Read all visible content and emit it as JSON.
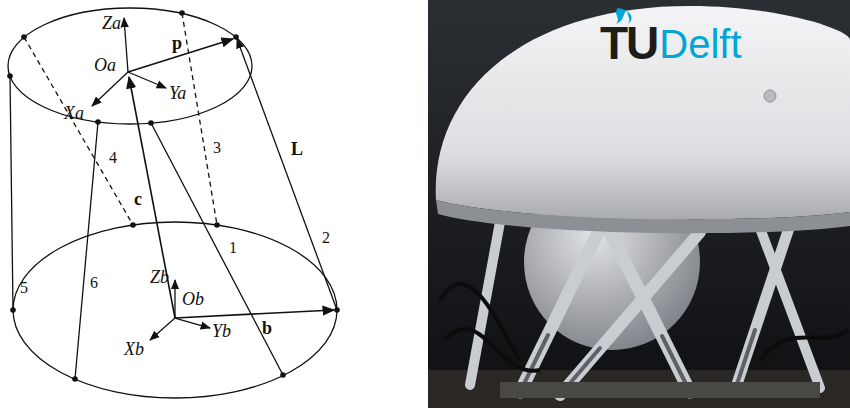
{
  "diagram": {
    "labels": [
      "Za",
      "Oa",
      "p",
      "Ya",
      "Xa",
      "c",
      "L",
      "2",
      "3",
      "4",
      "5",
      "6",
      "1",
      "Zb",
      "Ob",
      "Yb",
      "Xb",
      "b",
      "TU",
      "Delft"
    ]
  }
}
